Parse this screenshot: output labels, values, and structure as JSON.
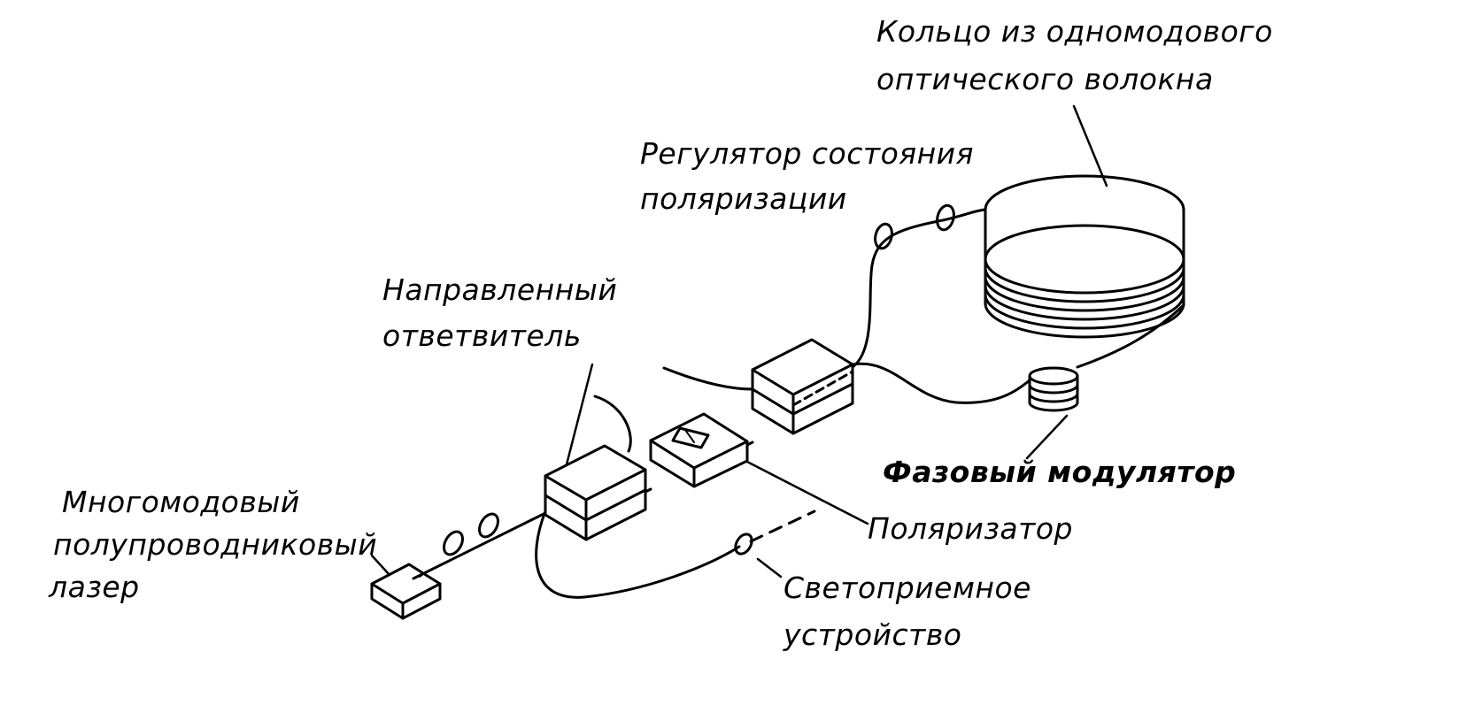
{
  "labels": {
    "ring_line1": "Кольцо из одномодового",
    "ring_line2": "оптического волокна",
    "polarization_line1": "Регулятор состояния",
    "polarization_line2": "поляризации",
    "coupler_line1": "Направленный",
    "coupler_line2": "ответвитель",
    "laser_line1": "Многомодовый",
    "laser_line2": "полупроводниковый",
    "laser_line3": "лазер",
    "phase_modulator": "Фазовый модулятор",
    "polarizer": "Поляризатор",
    "detector_line1": "Светоприемное",
    "detector_line2": "устройство"
  },
  "colors": {
    "ink": "#000000",
    "background": "#ffffff"
  }
}
